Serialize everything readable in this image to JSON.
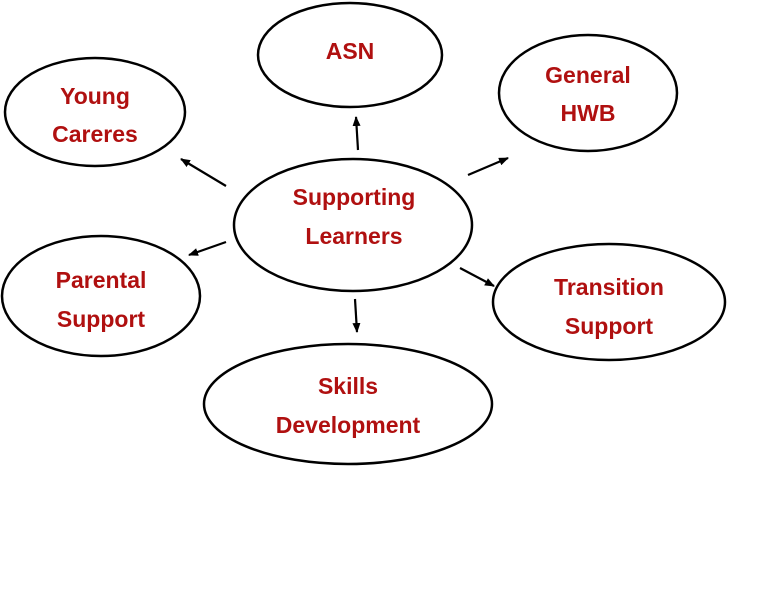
{
  "colors": {
    "label": "#b01010",
    "outline": "#000000",
    "background": "#ffffff"
  },
  "nodes": {
    "center": {
      "line1": "Supporting",
      "line2": "Learners"
    },
    "asn": {
      "line1": "ASN"
    },
    "general_hwb": {
      "line1": "General",
      "line2": "HWB"
    },
    "young_careres": {
      "line1": "Young",
      "line2": "Careres"
    },
    "parental_support": {
      "line1": "Parental",
      "line2": "Support"
    },
    "transition_support": {
      "line1": "Transition",
      "line2": "Support"
    },
    "skills_development": {
      "line1": "Skills",
      "line2": "Development"
    }
  }
}
